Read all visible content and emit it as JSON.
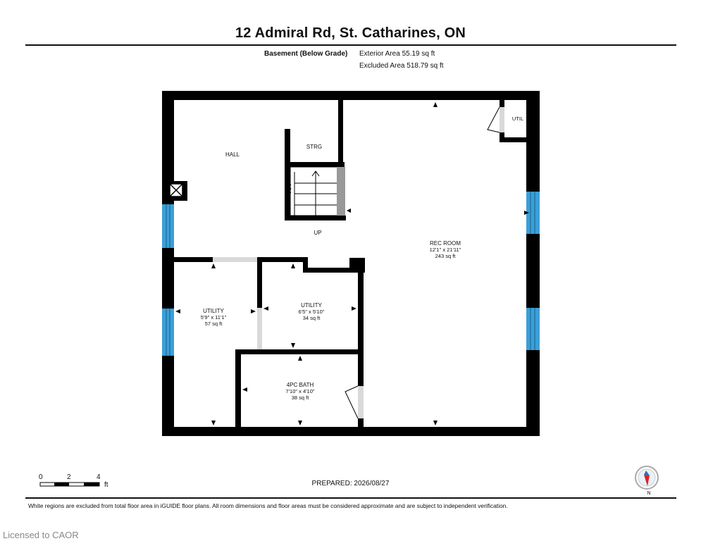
{
  "header": {
    "title": "12 Admiral Rd, St. Catharines, ON"
  },
  "area_summary": {
    "level": "Basement (Below Grade)",
    "exterior": "Exterior Area 55.19 sq ft",
    "excluded": "Excluded Area 518.79 sq ft"
  },
  "rooms": {
    "hall": {
      "name": "HALL"
    },
    "strg": {
      "name": "STRG"
    },
    "util_small": {
      "name": "UTIL"
    },
    "stairs": {
      "name": "UP"
    },
    "rec_room": {
      "name": "REC ROOM",
      "dims": "12'1\" x 21'11\"",
      "area": "243 sq ft"
    },
    "utility_left": {
      "name": "UTILITY",
      "dims": "5'9\" x 11'1\"",
      "area": "57 sq ft"
    },
    "utility_mid": {
      "name": "UTILITY",
      "dims": "6'5\" x 5'10\"",
      "area": "34 sq ft"
    },
    "bath": {
      "name": "4PC BATH",
      "dims": "7'10\" x 4'10\"",
      "area": "38 sq ft"
    }
  },
  "colors": {
    "wall": "#000000",
    "window": "#3b9fd8",
    "door": "#d9d9d9"
  },
  "scale": {
    "ticks": [
      "0",
      "2",
      "4"
    ],
    "unit": "ft"
  },
  "compass": {
    "label": "N",
    "icon": "compass-icon"
  },
  "prepared": "PREPARED: 2026/08/27",
  "footnote": "White regions are excluded from total floor area in iGUIDE floor plans. All room dimensions and floor areas must be considered approximate and are subject to independent verification.",
  "watermark": "Licensed to CAOR"
}
